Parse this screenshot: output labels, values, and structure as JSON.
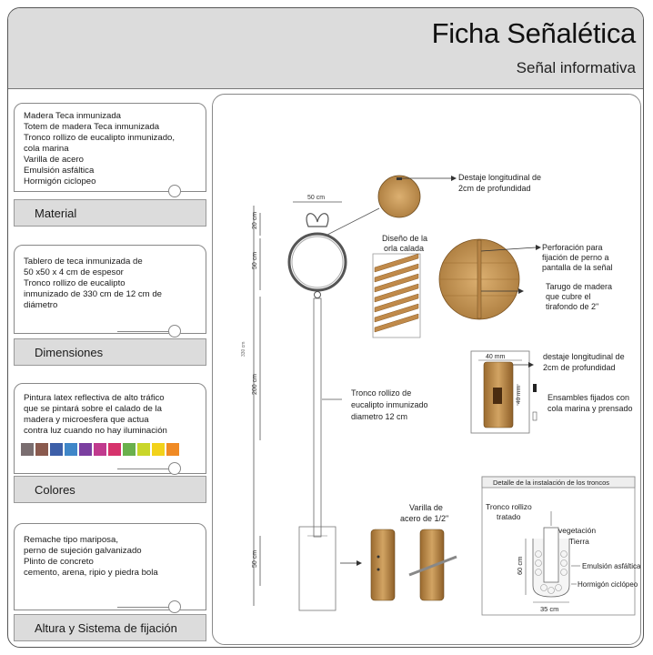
{
  "header": {
    "title": "Ficha Señalética",
    "subtitle": "Señal informativa"
  },
  "panels": [
    {
      "lines": [
        "Madera Teca inmunizada",
        "Totem de madera Teca inmunizada",
        "Tronco rollizo de eucalipto inmunizado,",
        "cola marina",
        "Varilla de acero",
        "Emulsión asfáltica",
        "Hormigón ciclopeo"
      ],
      "label": "Material"
    },
    {
      "lines": [
        "Tablero de teca inmunizada de",
        "50 x50 x 4 cm de espesor",
        "Tronco rollizo de eucalipto",
        "inmunizado de 330 cm de 12 cm de",
        "diámetro"
      ],
      "label": "Dimensiones"
    },
    {
      "lines": [
        "Pintura latex reflectiva de alto tráfico",
        "que se pintará sobre el calado de la",
        "madera y microesfera que actua",
        "contra luz cuando no hay iluminación"
      ],
      "label": "Colores"
    },
    {
      "lines": [
        "Remache tipo mariposa,",
        "perno de sujeción galvanizado",
        "Plinto de concreto",
        "cemento, arena, ripio y piedra bola"
      ],
      "label": "Altura y Sistema de fijación"
    }
  ],
  "colors": [
    "#7a6e70",
    "#8a5a4e",
    "#3d5fa8",
    "#3f86c8",
    "#7b3fa0",
    "#c03a8e",
    "#d6336c",
    "#6ab04c",
    "#c9d62a",
    "#f2d21b",
    "#f08a24"
  ],
  "diagram": {
    "dim_top": "50 cm",
    "dim_20": "20 cm",
    "dim_50a": "50 cm",
    "dim_200": "200 cm",
    "dim_50b": "50 cm",
    "dim_total": "330 cm",
    "callout_destaje": [
      "Destaje longitudinal de",
      "2cm de profundidad"
    ],
    "orla": [
      "Diseño de la",
      "orla calada"
    ],
    "perforacion": [
      "Perforación para",
      "fijación de perno a",
      "pantalla de la señal"
    ],
    "tarugo": [
      "Tarugo de madera",
      "que cubre el",
      "tirafondo de 2\""
    ],
    "dim_40a": "40 mm",
    "dim_40b": "40 mm",
    "destaje2": [
      "destaje longitudinal de",
      "2cm de profundidad"
    ],
    "ensambles": [
      "Ensambles fijados con",
      "cola marina y prensado"
    ],
    "tronco": [
      "Tronco rollizo de",
      "eucalipto inmunizado",
      "diametro 12 cm"
    ],
    "varilla": [
      "Varilla de",
      "acero de 1/2\""
    ],
    "detail_title": "Detalle de la instalación de los troncos",
    "detail_tronco": [
      "Tronco rollizo",
      "tratado"
    ],
    "detail_vegetacion": "vegetación",
    "detail_tierra": "Tierra",
    "detail_emulsion": "Emulsión asfáltica",
    "detail_hormigon": "Hormigón ciclópeo",
    "detail_60": "60 cm",
    "detail_35": "35 cm"
  }
}
